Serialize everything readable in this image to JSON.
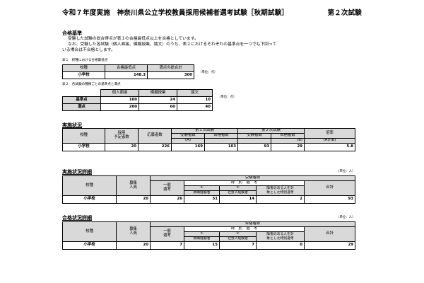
{
  "title": {
    "main": "令和７年度実施　神奈川県公立学校教員採用候補者選考試験［秋期試験］",
    "sub": "第２次試験"
  },
  "s1": {
    "heading": "合格基準",
    "line1": "受験した試験の総合得点が表１の合格最低点以上を合格としています。",
    "line2": "なお、受験した各試験（個人面接、模擬授業、論文）のうち、表２におけるそれぞれの基準点を一つでも下回って",
    "line3": "いる場合は不合格とします。"
  },
  "t1": {
    "caption": "表１　校種における合格最低点",
    "unit": "（単位：点）",
    "headers": [
      "校種",
      "合格最低点",
      "満点の総合計"
    ],
    "row": {
      "school": "小学校",
      "min": "148.3",
      "full": "300"
    }
  },
  "t2": {
    "caption": "表２　各試験の種類ごとの基準点と満点",
    "unit": "（単位：点）",
    "headers": [
      "",
      "個人面接",
      "模擬授業",
      "論文"
    ],
    "rows": [
      {
        "label": "基準点",
        "v1": "100",
        "v2": "24",
        "v3": "10"
      },
      {
        "label": "満点",
        "v1": "200",
        "v2": "60",
        "v3": "40"
      }
    ]
  },
  "t3": {
    "heading": "実施状況",
    "h_school": "校種",
    "h_plan1": "採用",
    "h_plan2": "予定者数",
    "h_app": "応募者数",
    "h_first": "第１次試験",
    "h_second": "第２次試験",
    "h_rate": "倍率",
    "h_exam": "受験者数",
    "h_pass": "合格者数",
    "h_a": "(A)",
    "h_b": "(B)",
    "h_ab": "(A)/(B)",
    "row": {
      "school": "小学校",
      "plan": "20",
      "app": "226",
      "f_exam": "169",
      "f_pass": "103",
      "s_exam": "93",
      "s_pass": "29",
      "rate": "5.8"
    }
  },
  "t4": {
    "heading": "実施状況詳細",
    "unit": "（単位：人）",
    "h_school": "校種",
    "h_recruit1": "募集",
    "h_recruit2": "人員",
    "h_top": "受験者数",
    "h_gen1": "一般",
    "h_gen2": "選考",
    "h_special": "特　別　選　考",
    "h_sp1a": "①",
    "h_sp1b": "教職経験者",
    "h_sp2a": "②",
    "h_sp2b": "社会人経験者",
    "h_dis1": "障害のある人を対",
    "h_dis2": "象とした特別選考",
    "h_total": "合計",
    "row": {
      "school": "小学校",
      "recruit": "20",
      "gen": "26",
      "sp1": "51",
      "sp2": "14",
      "dis": "2",
      "total": "93"
    }
  },
  "t5": {
    "heading": "合格状況詳細",
    "unit": "（単位：人）",
    "h_school": "校種",
    "h_recruit1": "募集",
    "h_recruit2": "人員",
    "h_top": "合格者数",
    "h_gen1": "一般",
    "h_gen2": "選考",
    "h_special": "特　別　選　考",
    "h_sp1a": "①",
    "h_sp1b": "教職経験者",
    "h_sp2a": "②",
    "h_sp2b": "社会人経験者",
    "h_dis1": "障害のある人を対",
    "h_dis2": "象とした特別選考",
    "h_total": "合計",
    "row": {
      "school": "小学校",
      "recruit": "20",
      "gen": "7",
      "sp1": "15",
      "sp2": "7",
      "dis": "0",
      "total": "29"
    }
  }
}
